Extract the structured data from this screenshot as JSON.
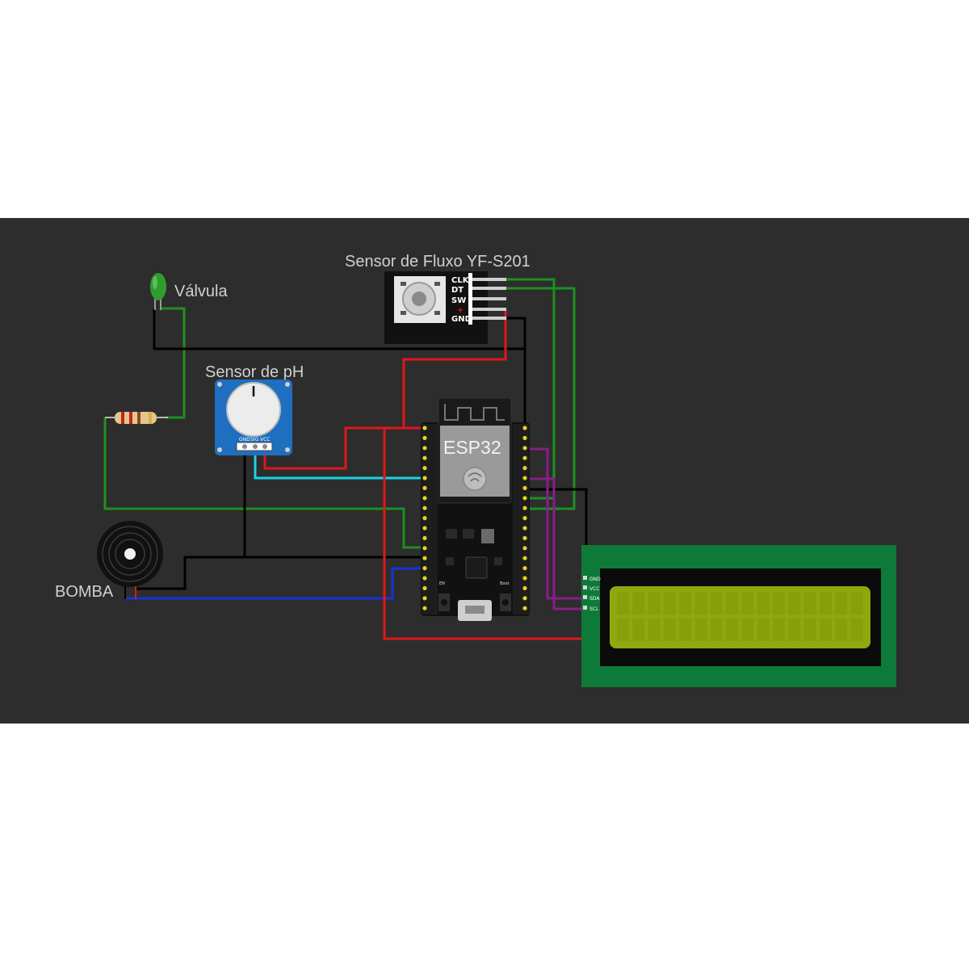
{
  "components": {
    "led": {
      "label": "Válvula",
      "color": "#2e9d2e"
    },
    "flow_sensor": {
      "label": "Sensor de Fluxo YF-S201",
      "pins": [
        "CLK",
        "DT",
        "SW",
        "+",
        "GND"
      ]
    },
    "ph_sensor": {
      "label": "Sensor de pH",
      "pins": [
        "GND",
        "SIG",
        "VCC"
      ]
    },
    "buzzer": {
      "label": "BOMBA"
    },
    "esp32": {
      "label": "ESP32",
      "en_label": "EN",
      "boot_label": "Boot"
    },
    "lcd": {
      "pins": [
        "GND",
        "VCC",
        "SDA",
        "SCL"
      ],
      "screen_color": "#8fa80e",
      "board_color": "#0e7a3a"
    }
  },
  "wire_colors": {
    "green": "#1f8f1f",
    "black": "#000000",
    "red": "#e0161b",
    "cyan": "#19d3e6",
    "blue": "#1633d6",
    "purple": "#8a1c8a"
  }
}
